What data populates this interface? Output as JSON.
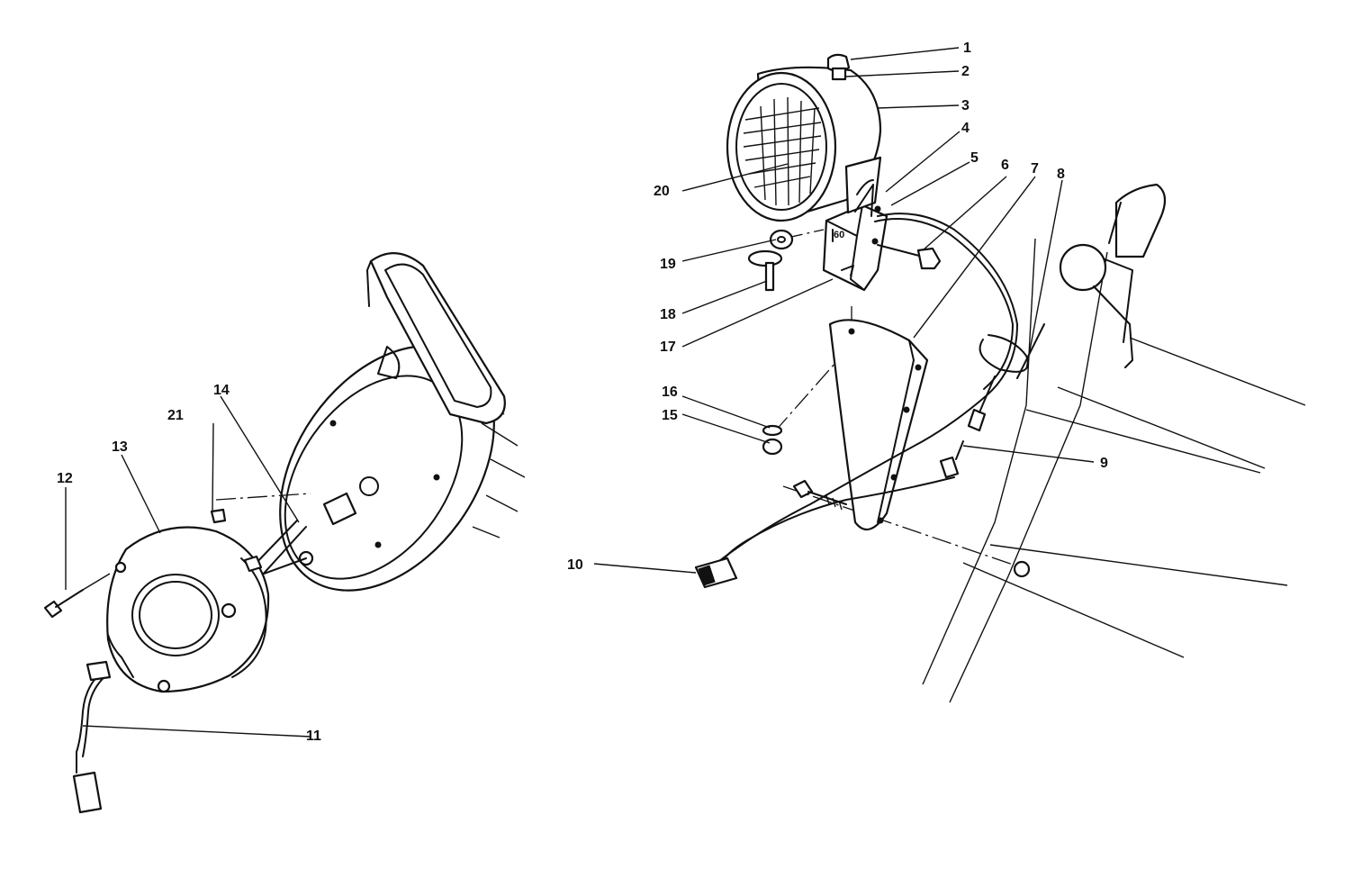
{
  "callouts": [
    {
      "id": "1",
      "text": "1"
    },
    {
      "id": "2",
      "text": "2"
    },
    {
      "id": "3",
      "text": "3"
    },
    {
      "id": "4",
      "text": "4"
    },
    {
      "id": "5",
      "text": "5"
    },
    {
      "id": "6",
      "text": "6"
    },
    {
      "id": "7",
      "text": "7"
    },
    {
      "id": "8",
      "text": "8"
    },
    {
      "id": "9",
      "text": "9"
    },
    {
      "id": "10",
      "text": "10"
    },
    {
      "id": "11",
      "text": "11"
    },
    {
      "id": "12",
      "text": "12"
    },
    {
      "id": "13",
      "text": "13"
    },
    {
      "id": "14",
      "text": "14"
    },
    {
      "id": "15",
      "text": "15"
    },
    {
      "id": "16",
      "text": "16"
    },
    {
      "id": "17",
      "text": "17"
    },
    {
      "id": "18",
      "text": "18"
    },
    {
      "id": "19",
      "text": "19"
    },
    {
      "id": "20",
      "text": "20"
    },
    {
      "id": "21",
      "text": "21"
    }
  ],
  "bracket_mark": "60"
}
